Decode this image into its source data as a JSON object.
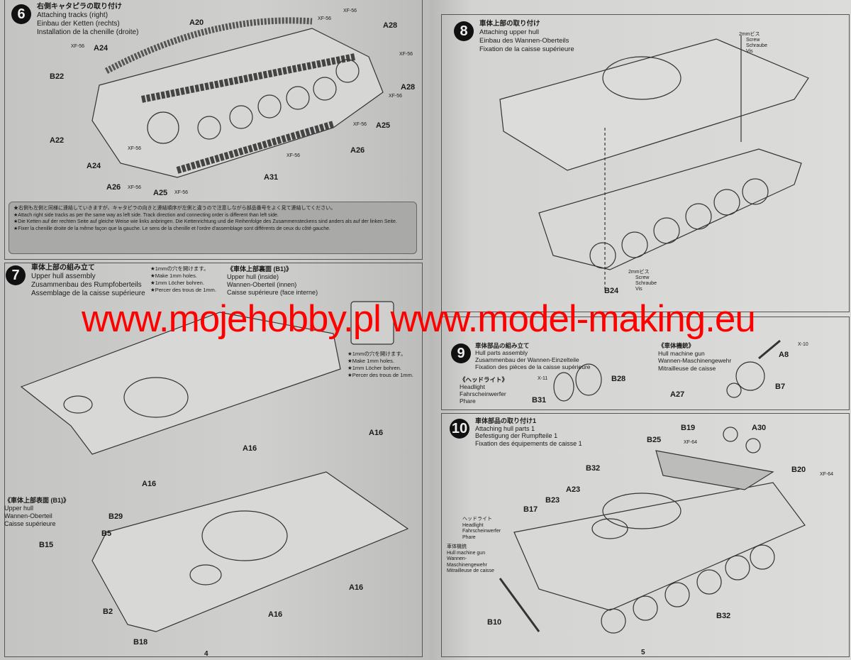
{
  "step6": {
    "number": "6",
    "title_ja": "右側キャタピラの取り付け",
    "title_en": "Attaching tracks (right)",
    "title_de": "Einbau der Ketten (rechts)",
    "title_fr": "Installation de la chenille (droite)",
    "labels": [
      "A20",
      "A28",
      "A24",
      "B22",
      "A22",
      "A24",
      "A26",
      "A25",
      "A31",
      "A26",
      "A25",
      "A28",
      "XF-56",
      "XF-56",
      "XF-56",
      "XF-56",
      "XF-56",
      "XF-56",
      "XF-56",
      "XF-56",
      "XF-56",
      "XF-56"
    ],
    "notes": [
      "★右側も左側と同様に連結していきますが、キャタピラの向きと連結順序が左側と違うので注意しながら部品番号をよく見て連結してください。",
      "★Attach right side tracks as per the same way as left side. Track direction and connecting order is different than left side.",
      "★Die Ketten auf der rechten Seite auf gleiche Weise wie links anbringen. Die Kettenrichtung und die Reihenfolge des Zusammensteckens sind anders als auf der linken Seite.",
      "★Fixer la chenille droite de la même façon que la gauche. Le sens de la chenille et l'ordre d'assemblage sont différents de ceux du côté gauche."
    ]
  },
  "step7": {
    "number": "7",
    "title_ja": "車体上部の組み立て",
    "title_en": "Upper hull assembly",
    "title_de": "Zusammenbau des Rumpfoberteils",
    "title_fr": "Assemblage de la caisse supérieure",
    "hole_note": [
      "★1mmの穴を開けます。",
      "★Make 1mm holes.",
      "★1mm Löcher bohren.",
      "★Percer des trous de 1mm."
    ],
    "inside": [
      "《車体上部裏面 (B1)》",
      "Upper hull (inside)",
      "Wannen-Oberteil (innen)",
      "Caisse supérieure (face interne)"
    ],
    "outside": [
      "《車体上部表面 (B1)》",
      "Upper hull",
      "Wannen-Oberteil",
      "Caisse supérieure"
    ],
    "labels": [
      "A16",
      "A16",
      "A16",
      "A16",
      "A16",
      "B29",
      "B5",
      "B15",
      "B2",
      "B18"
    ]
  },
  "step8": {
    "number": "8",
    "title_ja": "車体上部の取り付け",
    "title_en": "Attaching upper hull",
    "title_de": "Einbau des Wannen-Oberteils",
    "title_fr": "Fixation de la caisse supérieure",
    "screw": [
      "2mmビス",
      "Screw",
      "Schraube",
      "Vis"
    ],
    "labels": [
      "B24"
    ]
  },
  "step9": {
    "number": "9",
    "title_ja": "車体部品の組み立て",
    "title_en": "Hull parts assembly",
    "title_de": "Zusammenbau der Wannen-Einzelteile",
    "title_fr": "Fixation des pièces de la caisse supérieure",
    "headlight": [
      "《ヘッドライト》",
      "Headlight",
      "Fahrscheinwerfer",
      "Phare"
    ],
    "mg": [
      "《車体機銃》",
      "Hull machine gun",
      "Wannen-Maschinengewehr",
      "Mitrailleuse de caisse"
    ],
    "labels": [
      "X-11",
      "B28",
      "B31",
      "X-10",
      "A8",
      "B7",
      "A27"
    ]
  },
  "step10": {
    "number": "10",
    "title_ja": "車体部品の取り付け1",
    "title_en": "Attaching hull parts 1",
    "title_de": "Befestigung der Rumpfteile 1",
    "title_fr": "Fixation des équipements de caisse 1",
    "headlight": [
      "ヘッドライト",
      "Headlight",
      "Fahrscheinwerfer",
      "Phare"
    ],
    "mg": [
      "車体機銃",
      "Hull machine gun",
      "Wannen-",
      "Maschinengewehr",
      "Mitrailleuse de caisse"
    ],
    "labels": [
      "B19",
      "A30",
      "B25",
      "XF-64",
      "B32",
      "A23",
      "B23",
      "B17",
      "B20",
      "XF-64",
      "B10",
      "B32"
    ]
  },
  "watermark": "www.mojehobby.pl www.model-making.eu",
  "page_numbers": [
    "4",
    "5"
  ]
}
